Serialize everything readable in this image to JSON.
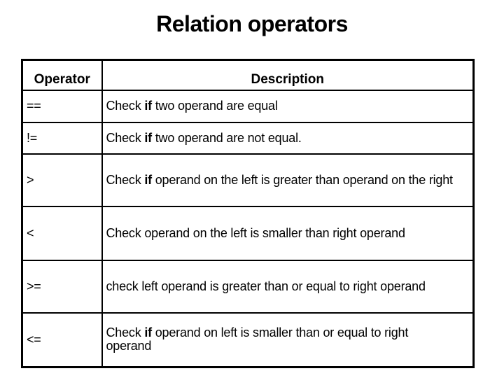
{
  "slide": {
    "title": "Relation operators"
  },
  "table": {
    "headers": [
      {
        "label": "Operator"
      },
      {
        "label": "Description"
      }
    ],
    "rows": [
      {
        "operator": "==",
        "description": [
          {
            "text": "Check ",
            "bold": false
          },
          {
            "text": "if",
            "bold": true
          },
          {
            "text": " two operand are equal",
            "bold": false
          }
        ]
      },
      {
        "operator": "!=",
        "description": [
          {
            "text": "Check ",
            "bold": false
          },
          {
            "text": "if",
            "bold": true
          },
          {
            "text": " two operand are not equal.",
            "bold": false
          }
        ]
      },
      {
        "operator": ">",
        "description": [
          {
            "text": "Check ",
            "bold": false
          },
          {
            "text": "if",
            "bold": true
          },
          {
            "text": " operand on the left is greater than operand on the right",
            "bold": false
          }
        ]
      },
      {
        "operator": "<",
        "description": [
          {
            "text": "Check operand on the left is smaller than right operand",
            "bold": false
          }
        ]
      },
      {
        "operator": ">=",
        "description": [
          {
            "text": "check left operand is greater than or equal to right operand",
            "bold": false
          }
        ]
      },
      {
        "operator": "<=",
        "description": [
          {
            "text": "Check ",
            "bold": false
          },
          {
            "text": "if",
            "bold": true
          },
          {
            "text": " operand on left is smaller than or equal to right\noperand",
            "bold": false
          }
        ]
      }
    ]
  },
  "colors": {
    "background": "#ffffff",
    "text": "#000000",
    "border": "#000000"
  }
}
